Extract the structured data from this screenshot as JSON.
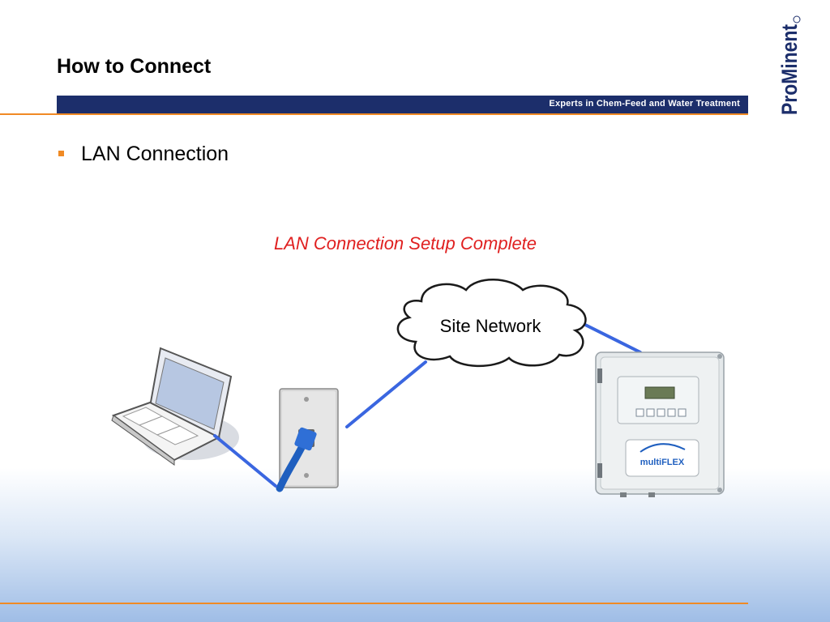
{
  "slide": {
    "title": "How to Connect",
    "tagline": "Experts in Chem-Feed and Water Treatment",
    "brand_logo": "ProMinent",
    "bullet": "LAN Connection",
    "status": "LAN Connection Setup Complete"
  },
  "diagram": {
    "cloud_label": "Site Network",
    "controller_brand": "multiFLEX",
    "connection_color": "#3a66e0"
  },
  "colors": {
    "header_bar": "#1c2e6b",
    "accent_orange": "#f08a24",
    "status_red": "#e02020"
  }
}
